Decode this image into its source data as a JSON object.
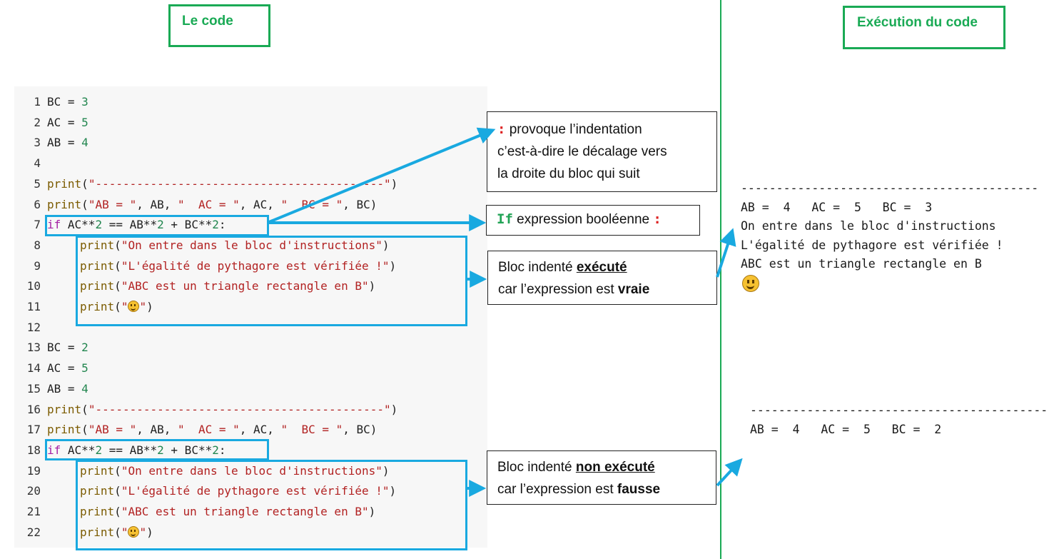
{
  "titles": {
    "code": "Le code",
    "execution": "Exécution du code"
  },
  "code_lines": [
    {
      "n": "1",
      "indent": 0,
      "tokens": [
        [
          "t",
          "BC = "
        ],
        [
          "num",
          "3"
        ]
      ]
    },
    {
      "n": "2",
      "indent": 0,
      "tokens": [
        [
          "t",
          "AC = "
        ],
        [
          "num",
          "5"
        ]
      ]
    },
    {
      "n": "3",
      "indent": 0,
      "tokens": [
        [
          "t",
          "AB = "
        ],
        [
          "num",
          "4"
        ]
      ]
    },
    {
      "n": "4",
      "indent": 0,
      "tokens": []
    },
    {
      "n": "5",
      "indent": 0,
      "tokens": [
        [
          "fn",
          "print"
        ],
        [
          "t",
          "("
        ],
        [
          "str",
          "\"------------------------------------------\""
        ],
        [
          "t",
          ")"
        ]
      ]
    },
    {
      "n": "6",
      "indent": 0,
      "tokens": [
        [
          "fn",
          "print"
        ],
        [
          "t",
          "("
        ],
        [
          "str",
          "\"AB = \""
        ],
        [
          "t",
          ", AB, "
        ],
        [
          "str",
          "\"  AC = \""
        ],
        [
          "t",
          ", AC, "
        ],
        [
          "str",
          "\"  BC = \""
        ],
        [
          "t",
          ", BC)"
        ]
      ]
    },
    {
      "n": "7",
      "indent": 0,
      "tokens": [
        [
          "kw",
          "if"
        ],
        [
          "t",
          " AC**"
        ],
        [
          "num",
          "2"
        ],
        [
          "t",
          " == AB**"
        ],
        [
          "num",
          "2"
        ],
        [
          "t",
          " + BC**"
        ],
        [
          "num",
          "2"
        ],
        [
          "t",
          ":"
        ]
      ]
    },
    {
      "n": "8",
      "indent": 1,
      "tokens": [
        [
          "fn",
          "print"
        ],
        [
          "t",
          "("
        ],
        [
          "str",
          "\"On entre dans le bloc d'instructions\""
        ],
        [
          "t",
          ")"
        ]
      ]
    },
    {
      "n": "9",
      "indent": 1,
      "tokens": [
        [
          "fn",
          "print"
        ],
        [
          "t",
          "("
        ],
        [
          "str",
          "\"L'égalité de pythagore est vérifiée !\""
        ],
        [
          "t",
          ")"
        ]
      ]
    },
    {
      "n": "10",
      "indent": 1,
      "tokens": [
        [
          "fn",
          "print"
        ],
        [
          "t",
          "("
        ],
        [
          "str",
          "\"ABC est un triangle rectangle en B\""
        ],
        [
          "t",
          ")"
        ]
      ]
    },
    {
      "n": "11",
      "indent": 1,
      "tokens": [
        [
          "fn",
          "print"
        ],
        [
          "t",
          "("
        ],
        [
          "str",
          "\""
        ],
        [
          "emoji",
          "smiley-emoji"
        ],
        [
          "str",
          "\""
        ],
        [
          "t",
          ")"
        ]
      ]
    },
    {
      "n": "12",
      "indent": 0,
      "tokens": []
    },
    {
      "n": "13",
      "indent": 0,
      "tokens": [
        [
          "t",
          "BC = "
        ],
        [
          "num",
          "2"
        ]
      ]
    },
    {
      "n": "14",
      "indent": 0,
      "tokens": [
        [
          "t",
          "AC = "
        ],
        [
          "num",
          "5"
        ]
      ]
    },
    {
      "n": "15",
      "indent": 0,
      "tokens": [
        [
          "t",
          "AB = "
        ],
        [
          "num",
          "4"
        ]
      ]
    },
    {
      "n": "16",
      "indent": 0,
      "tokens": [
        [
          "fn",
          "print"
        ],
        [
          "t",
          "("
        ],
        [
          "str",
          "\"------------------------------------------\""
        ],
        [
          "t",
          ")"
        ]
      ]
    },
    {
      "n": "17",
      "indent": 0,
      "tokens": [
        [
          "fn",
          "print"
        ],
        [
          "t",
          "("
        ],
        [
          "str",
          "\"AB = \""
        ],
        [
          "t",
          ", AB, "
        ],
        [
          "str",
          "\"  AC = \""
        ],
        [
          "t",
          ", AC, "
        ],
        [
          "str",
          "\"  BC = \""
        ],
        [
          "t",
          ", BC)"
        ]
      ]
    },
    {
      "n": "18",
      "indent": 0,
      "tokens": [
        [
          "kw",
          "if"
        ],
        [
          "t",
          " AC**"
        ],
        [
          "num",
          "2"
        ],
        [
          "t",
          " == AB**"
        ],
        [
          "num",
          "2"
        ],
        [
          "t",
          " + BC**"
        ],
        [
          "num",
          "2"
        ],
        [
          "t",
          ":"
        ]
      ]
    },
    {
      "n": "19",
      "indent": 1,
      "tokens": [
        [
          "fn",
          "print"
        ],
        [
          "t",
          "("
        ],
        [
          "str",
          "\"On entre dans le bloc d'instructions\""
        ],
        [
          "t",
          ")"
        ]
      ]
    },
    {
      "n": "20",
      "indent": 1,
      "tokens": [
        [
          "fn",
          "print"
        ],
        [
          "t",
          "("
        ],
        [
          "str",
          "\"L'égalité de pythagore est vérifiée !\""
        ],
        [
          "t",
          ")"
        ]
      ]
    },
    {
      "n": "21",
      "indent": 1,
      "tokens": [
        [
          "fn",
          "print"
        ],
        [
          "t",
          "("
        ],
        [
          "str",
          "\"ABC est un triangle rectangle en B\""
        ],
        [
          "t",
          ")"
        ]
      ]
    },
    {
      "n": "22",
      "indent": 1,
      "tokens": [
        [
          "fn",
          "print"
        ],
        [
          "t",
          "("
        ],
        [
          "str",
          "\""
        ],
        [
          "emoji",
          "smiley-emoji"
        ],
        [
          "str",
          "\""
        ],
        [
          "t",
          ")"
        ]
      ]
    }
  ],
  "notes": {
    "colon": {
      "symbol": ":",
      "line1": "provoque l’indentation",
      "line2": "c’est-à-dire le décalage vers",
      "line3": "la droite du bloc qui suit"
    },
    "if": {
      "keyword": "If",
      "text": "expression booléenne",
      "symbol": ":"
    },
    "executed": {
      "prefix": "Bloc indenté ",
      "emph": "exécuté",
      "line2a": "car l’expression est ",
      "line2b": "vraie"
    },
    "not_executed": {
      "prefix": "Bloc indenté ",
      "emph": "non exécuté",
      "line2a": "car l’expression est ",
      "line2b": "fausse"
    }
  },
  "output": {
    "run1": [
      "------------------------------------------",
      "AB =  4   AC =  5   BC =  3",
      "On entre dans le bloc d'instructions",
      "L'égalité de pythagore est vérifiée !",
      "ABC est un triangle rectangle en B"
    ],
    "run1_emoji": "smiley-emoji",
    "run2": [
      "------------------------------------------",
      "AB =  4   AC =  5   BC =  2"
    ]
  },
  "colors": {
    "accent_green": "#1aaa55",
    "highlight_blue": "#19a9e0",
    "keyword_purple": "#a520a5",
    "string_red": "#b22222",
    "number_green": "#22864f"
  }
}
